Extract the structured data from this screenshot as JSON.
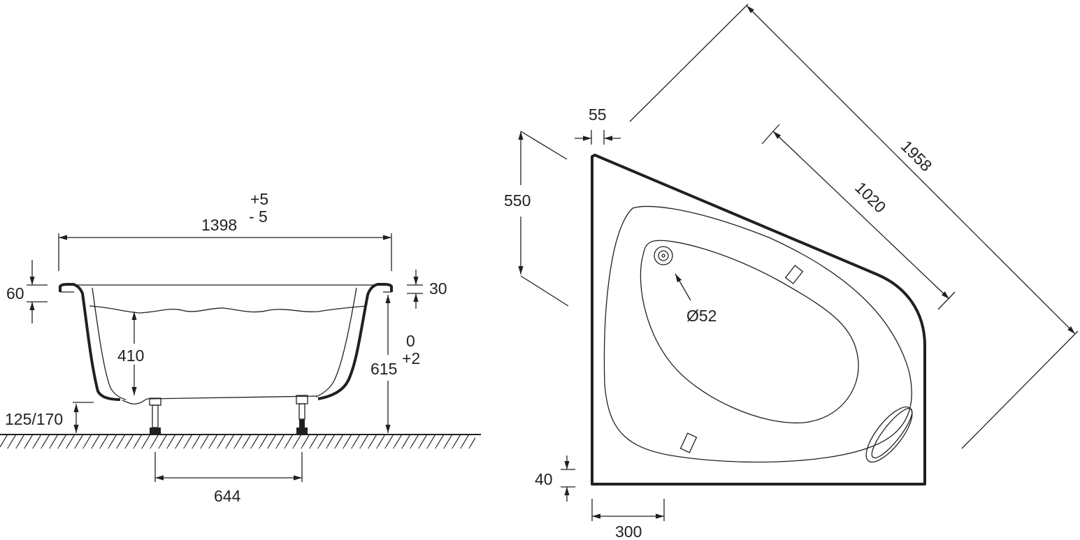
{
  "side_view": {
    "length": "1398",
    "length_tol_plus": "+5",
    "length_tol_minus": "- 5",
    "rim_height": "60",
    "rim_thickness": "30",
    "depth": "410",
    "total_height": "615",
    "height_tol_top": "0",
    "height_tol_bottom": "+2",
    "leg_height": "125/170",
    "leg_spacing": "644"
  },
  "top_view": {
    "corner_offset": "55",
    "short_side": "550",
    "diagonal_length": "1958",
    "front_length": "1020",
    "drain_diameter": "Ø52",
    "rim_width": "40",
    "bottom_segment": "300"
  },
  "colors": {
    "line": "#231f20",
    "background": "#ffffff"
  }
}
